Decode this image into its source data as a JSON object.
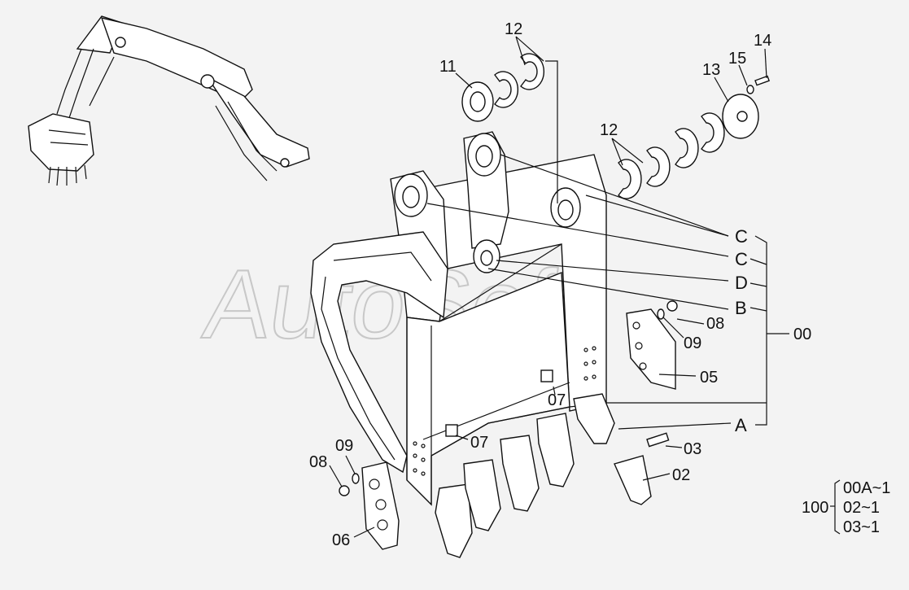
{
  "watermark": "AutoSoft",
  "callouts": {
    "c12a": "12",
    "c11": "11",
    "c12b": "12",
    "c13": "13",
    "c15": "15",
    "c14": "14",
    "cC1": "C",
    "cC2": "C",
    "cD": "D",
    "cB": "B",
    "c08r": "08",
    "c09r": "09",
    "c05": "05",
    "c00": "00",
    "c07r": "07",
    "cA": "A",
    "c07l": "07",
    "c03": "03",
    "c02": "02",
    "c09l": "09",
    "c08l": "08",
    "c06": "06"
  },
  "kit": {
    "qty_label": "100",
    "lines": [
      "00A~1",
      "02~1",
      "03~1"
    ]
  }
}
